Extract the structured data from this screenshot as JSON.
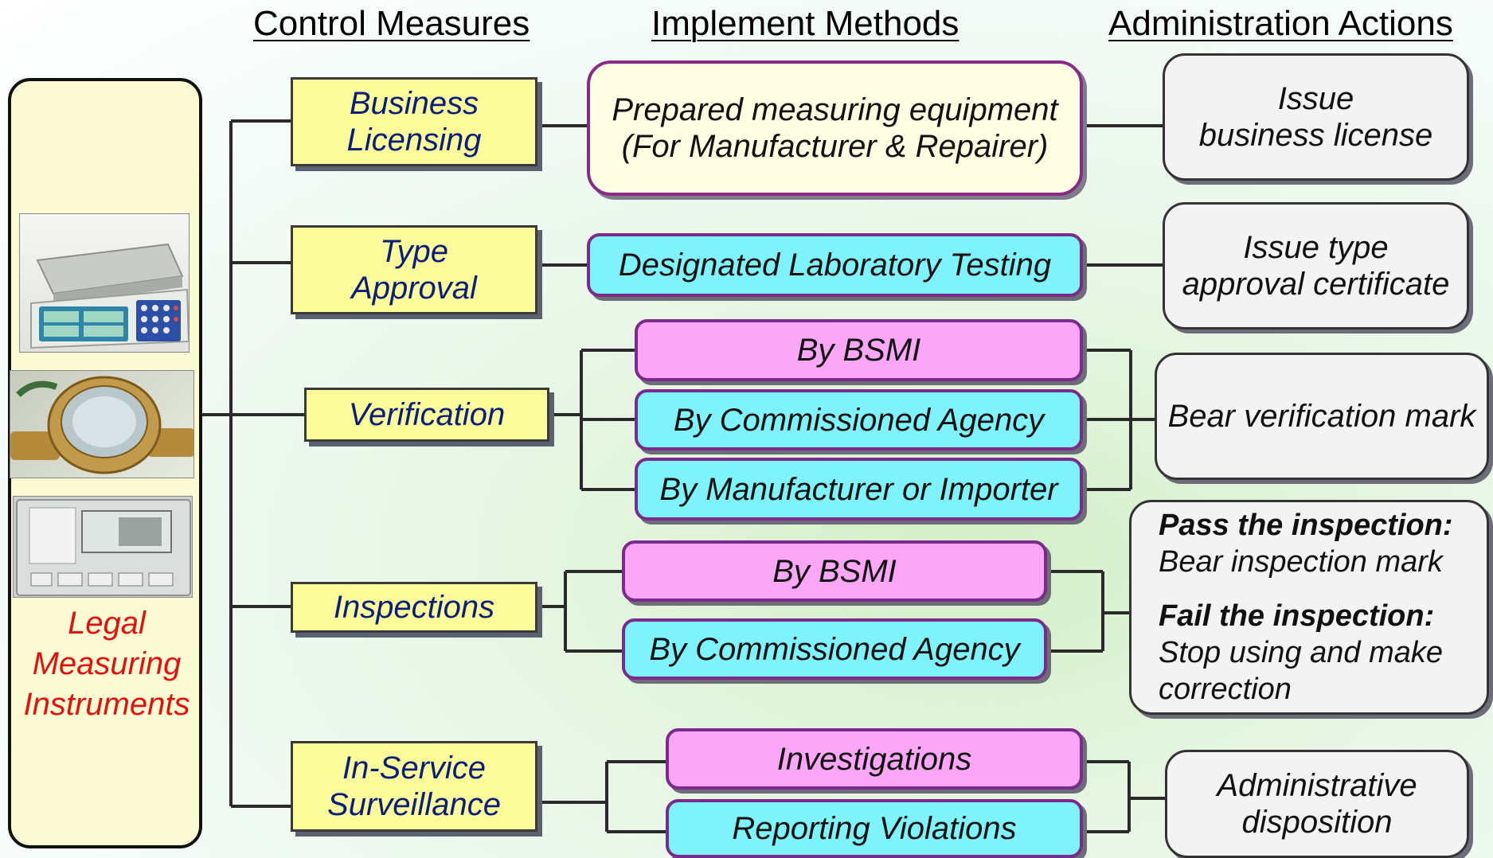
{
  "headers": {
    "control": "Control Measures",
    "implement": "Implement Methods",
    "admin": "Administration Actions"
  },
  "left_panel": {
    "label_lines": [
      "Legal",
      "Measuring",
      "Instruments"
    ],
    "images": [
      "electronic-scale-image",
      "water-meter-image",
      "taximeter-image"
    ]
  },
  "control_measures": {
    "business": [
      "Business",
      "Licensing"
    ],
    "type": [
      "Type",
      "Approval"
    ],
    "verification": "Verification",
    "inspections": "Inspections",
    "surveillance": [
      "In-Service",
      "Surveillance"
    ]
  },
  "methods": {
    "prepared": [
      "Prepared measuring equipment",
      "(For Manufacturer & Repairer)"
    ],
    "lab": "Designated Laboratory Testing",
    "ver_bsmi": "By BSMI",
    "ver_agency": "By Commissioned Agency",
    "ver_manufacturer": "By Manufacturer or Importer",
    "insp_bsmi": "By BSMI",
    "insp_agency": "By Commissioned Agency",
    "investigations": "Investigations",
    "reporting": "Reporting Violations"
  },
  "actions": {
    "license": [
      "Issue",
      "business license"
    ],
    "certificate": [
      "Issue type",
      "approval certificate"
    ],
    "mark": "Bear verification mark",
    "inspection": {
      "pass_title": "Pass the inspection:",
      "pass_text": "Bear inspection mark",
      "fail_title": "Fail the inspection:",
      "fail_text_lines": [
        "Stop using and make",
        "correction"
      ]
    },
    "disposition": [
      "Administrative",
      "disposition"
    ]
  }
}
